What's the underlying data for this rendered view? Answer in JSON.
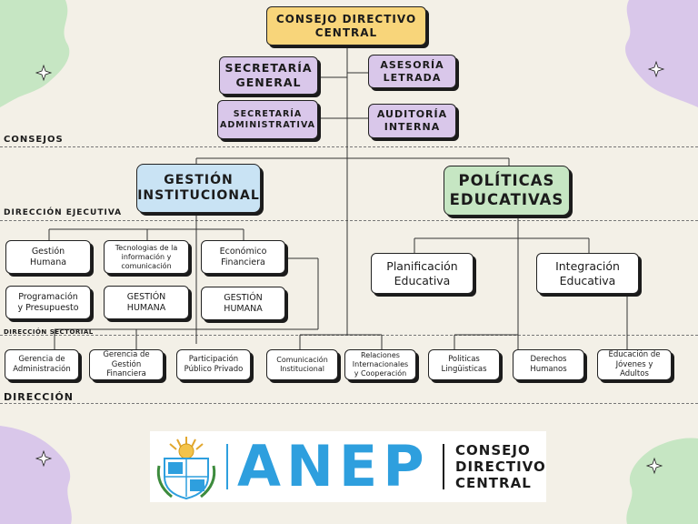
{
  "org": {
    "consejo": "CONSEJO DIRECTIVO\nCENTRAL",
    "secretaria_general": "SECRETARÍA\nGENERAL",
    "asesoria": "ASESORÍA\nLETRADA",
    "secretaria_admin": "SECRETARÍA\nADMINISTRATIVA",
    "auditoria": "AUDITORÍA\nINTERNA",
    "gestion": "GESTIÓN\nINSTITUCIONAL",
    "politicas": "POLÍTICAS\nEDUCATIVAS",
    "gestion_humana": "Gestión\nHumana",
    "tecnologias": "Tecnologias de la\ninformación y\ncomunicación",
    "economico": "Económico\nFinanciera",
    "programacion": "Programación\ny Presupuesto",
    "gestion_humana_2": "GESTIÓN\nHUMANA",
    "gestion_humana_3": "GESTIÓN\nHUMANA",
    "planificacion": "Planificación\nEducativa",
    "integracion": "Integración\nEducativa",
    "gerencia_admin": "Gerencia de\nAdministración",
    "gerencia_gestion": "Gerencia de\nGestión\nFinanciera",
    "participacion": "Participación\nPúblico Privado",
    "comunicacion": "Comunicación\nInstitucional",
    "relaciones": "Relaciones\nInternacionales\ny Cooperación",
    "politicas_ling": "Politicas\nLingüisticas",
    "derechos": "Derechos\nHumanos",
    "educacion_jovenes": "Educación de\nJóvenes y\nAdultos"
  },
  "levels": {
    "consejos": "CONSEJOS",
    "direccion_ejecutiva": "DIRECCIÓN EJECUTIVA",
    "direccion_sectorial": "DIRECCIÓN SECTORIAL",
    "direccion": "DIRECCIÓN"
  },
  "logo": {
    "name": "ANEP",
    "subtitle": "CONSEJO\nDIRECTIVO\nCENTRAL"
  },
  "colors": {
    "background": "#f3f0e7",
    "yellow": "#f8d57a",
    "purple": "#d9c7ea",
    "blue": "#c9e3f4",
    "green": "#c6e6c3",
    "brand_blue": "#2e9fde"
  }
}
